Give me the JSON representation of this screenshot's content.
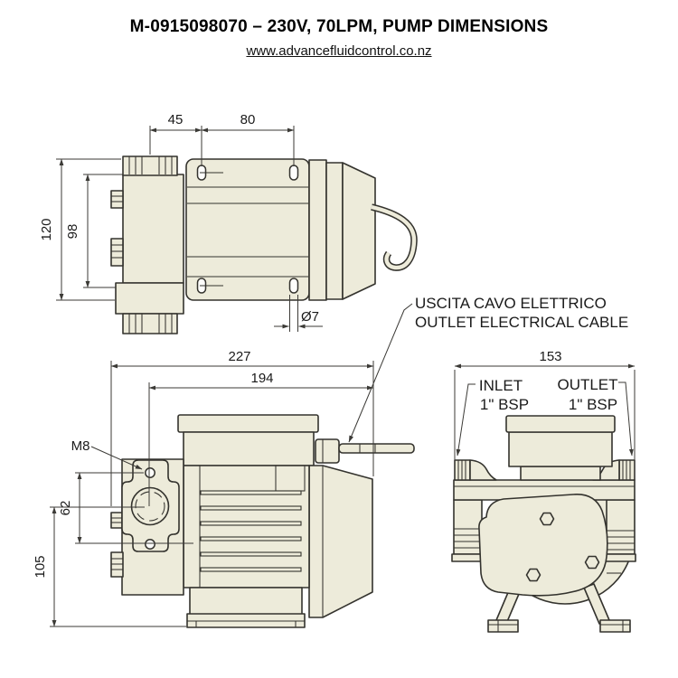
{
  "header": {
    "title": "M-0915098070 – 230V, 70LPM, PUMP DIMENSIONS",
    "website": "www.advancefluidcontrol.co.nz"
  },
  "views": {
    "top": {
      "dims": {
        "port_to_first_hole": "45",
        "hole_spacing": "80",
        "overall_height": "120",
        "body_height": "98",
        "mounting_hole_diameter": "Ø7"
      }
    },
    "side": {
      "dims": {
        "overall_length": "227",
        "flange_to_end": "194",
        "thread_size": "M8",
        "flange_hole_spacing": "62",
        "shaft_center_height": "105"
      },
      "cable_label": {
        "line1": "USCITA CAVO ELETTRICO",
        "line2": "OUTLET ELECTRICAL CABLE"
      }
    },
    "end": {
      "dims": {
        "overall_width": "153"
      },
      "ports": {
        "inlet_label": "INLET",
        "inlet_size": "1\" BSP",
        "outlet_label": "OUTLET",
        "outlet_size": "1\" BSP"
      }
    }
  },
  "colors": {
    "body_fill": "#edebda",
    "line_color": "#34332e",
    "dim_color": "#3b3a36",
    "text_color": "#1a1a1a",
    "background": "#ffffff"
  }
}
